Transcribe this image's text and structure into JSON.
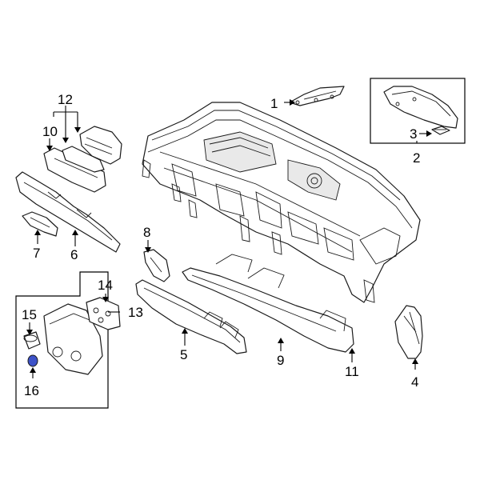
{
  "callouts": {
    "c1": "1",
    "c2": "2",
    "c3": "3",
    "c4": "4",
    "c5": "5",
    "c6": "6",
    "c7": "7",
    "c8": "8",
    "c9": "9",
    "c10": "10",
    "c11": "11",
    "c12": "12",
    "c13": "13",
    "c14": "14",
    "c15": "15",
    "c16": "16"
  },
  "colors": {
    "line": "#1a1a1a",
    "highlight_part": "#3d52c8"
  },
  "highlighted_part": "16"
}
